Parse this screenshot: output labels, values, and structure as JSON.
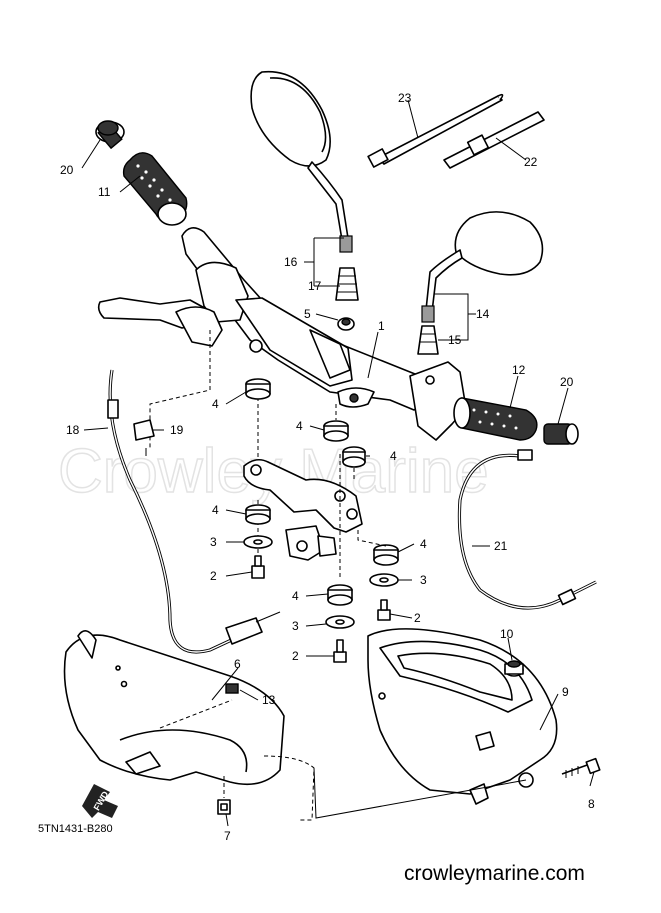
{
  "watermark": "Crowley Marine",
  "diagram_code": "5TN1431-B280",
  "site": "crowleymarine.com",
  "fwd_label": "FWD",
  "callouts": {
    "c1": "1",
    "c2a": "2",
    "c2b": "2",
    "c2c": "2",
    "c3a": "3",
    "c3b": "3",
    "c3c": "3",
    "c4a": "4",
    "c4b": "4",
    "c4c": "4",
    "c4d": "4",
    "c4e": "4",
    "c4f": "4",
    "c5": "5",
    "c6": "6",
    "c7": "7",
    "c8": "8",
    "c9": "9",
    "c10": "10",
    "c11": "11",
    "c12": "12",
    "c13": "13",
    "c14": "14",
    "c15": "15",
    "c16": "16",
    "c17": "17",
    "c18": "18",
    "c19": "19",
    "c20a": "20",
    "c20b": "20",
    "c21": "21",
    "c22": "22",
    "c23": "23"
  }
}
